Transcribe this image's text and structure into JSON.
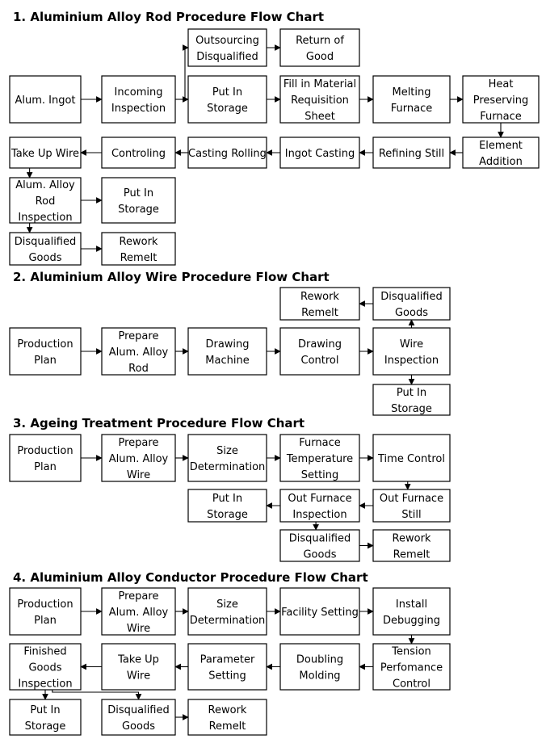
{
  "sections": [
    {
      "title": "1. Aluminium Alloy Rod Procedure Flow Chart",
      "nodes": [
        {
          "id": "r_ingot",
          "lines": [
            "Alum. Ingot"
          ]
        },
        {
          "id": "r_incoming",
          "lines": [
            "Incoming",
            "Inspection"
          ]
        },
        {
          "id": "r_outsourcing",
          "lines": [
            "Outsourcing",
            "Disqualified"
          ]
        },
        {
          "id": "r_return",
          "lines": [
            "Return of",
            "Good"
          ]
        },
        {
          "id": "r_storage1",
          "lines": [
            "Put In",
            "Storage"
          ]
        },
        {
          "id": "r_requisition",
          "lines": [
            "Fill in Material",
            "Requisition",
            "Sheet"
          ]
        },
        {
          "id": "r_melting",
          "lines": [
            "Melting",
            "Furnace"
          ]
        },
        {
          "id": "r_heat",
          "lines": [
            "Heat",
            "Preserving",
            "Furnace"
          ]
        },
        {
          "id": "r_element",
          "lines": [
            "Element",
            "Addition"
          ]
        },
        {
          "id": "r_refining",
          "lines": [
            "Refining Still"
          ]
        },
        {
          "id": "r_ingotcasting",
          "lines": [
            "Ingot Casting"
          ]
        },
        {
          "id": "r_castingrolling",
          "lines": [
            "Casting Rolling"
          ]
        },
        {
          "id": "r_controling",
          "lines": [
            "Controling"
          ]
        },
        {
          "id": "r_takeup",
          "lines": [
            "Take Up Wire"
          ]
        },
        {
          "id": "r_rodinsp",
          "lines": [
            "Alum. Alloy",
            "Rod",
            "Inspection"
          ]
        },
        {
          "id": "r_storage2",
          "lines": [
            "Put In",
            "Storage"
          ]
        },
        {
          "id": "r_disq",
          "lines": [
            "Disqualified",
            "Goods"
          ]
        },
        {
          "id": "r_rework",
          "lines": [
            "Rework",
            "Remelt"
          ]
        }
      ],
      "edges": [
        [
          "r_ingot",
          "r_incoming"
        ],
        [
          "r_incoming",
          "r_outsourcing"
        ],
        [
          "r_outsourcing",
          "r_return"
        ],
        [
          "r_incoming",
          "r_storage1"
        ],
        [
          "r_storage1",
          "r_requisition"
        ],
        [
          "r_requisition",
          "r_melting"
        ],
        [
          "r_melting",
          "r_heat"
        ],
        [
          "r_heat",
          "r_element"
        ],
        [
          "r_element",
          "r_refining"
        ],
        [
          "r_refining",
          "r_ingotcasting"
        ],
        [
          "r_ingotcasting",
          "r_castingrolling"
        ],
        [
          "r_castingrolling",
          "r_controling"
        ],
        [
          "r_controling",
          "r_takeup"
        ],
        [
          "r_takeup",
          "r_rodinsp"
        ],
        [
          "r_rodinsp",
          "r_storage2"
        ],
        [
          "r_rodinsp",
          "r_disq"
        ],
        [
          "r_disq",
          "r_rework"
        ]
      ]
    },
    {
      "title": "2. Aluminium Alloy Wire Procedure Flow Chart",
      "nodes": [
        {
          "id": "w_plan",
          "lines": [
            "Production",
            "Plan"
          ]
        },
        {
          "id": "w_prepare",
          "lines": [
            "Prepare",
            "Alum. Alloy",
            "Rod"
          ]
        },
        {
          "id": "w_machine",
          "lines": [
            "Drawing",
            "Machine"
          ]
        },
        {
          "id": "w_control",
          "lines": [
            "Drawing",
            "Control"
          ]
        },
        {
          "id": "w_insp",
          "lines": [
            "Wire",
            "Inspection"
          ]
        },
        {
          "id": "w_disq",
          "lines": [
            "Disqualified",
            "Goods"
          ]
        },
        {
          "id": "w_rework",
          "lines": [
            "Rework",
            "Remelt"
          ]
        },
        {
          "id": "w_storage",
          "lines": [
            "Put In",
            "Storage"
          ]
        }
      ],
      "edges": [
        [
          "w_plan",
          "w_prepare"
        ],
        [
          "w_prepare",
          "w_machine"
        ],
        [
          "w_machine",
          "w_control"
        ],
        [
          "w_control",
          "w_insp"
        ],
        [
          "w_insp",
          "w_disq"
        ],
        [
          "w_disq",
          "w_rework"
        ],
        [
          "w_insp",
          "w_storage"
        ]
      ]
    },
    {
      "title": "3. Ageing Treatment Procedure Flow Chart",
      "nodes": [
        {
          "id": "a_plan",
          "lines": [
            "Production",
            "Plan"
          ]
        },
        {
          "id": "a_prepare",
          "lines": [
            "Prepare",
            "Alum. Alloy",
            "Wire"
          ]
        },
        {
          "id": "a_size",
          "lines": [
            "Size",
            "Determination"
          ]
        },
        {
          "id": "a_temp",
          "lines": [
            "Furnace",
            "Temperature",
            "Setting"
          ]
        },
        {
          "id": "a_time",
          "lines": [
            "Time Control"
          ]
        },
        {
          "id": "a_still",
          "lines": [
            "Out Furnace",
            "Still"
          ]
        },
        {
          "id": "a_outinsp",
          "lines": [
            "Out Furnace",
            "Inspection"
          ]
        },
        {
          "id": "a_storage",
          "lines": [
            "Put In",
            "Storage"
          ]
        },
        {
          "id": "a_disq",
          "lines": [
            "Disqualified",
            "Goods"
          ]
        },
        {
          "id": "a_rework",
          "lines": [
            "Rework",
            "Remelt"
          ]
        }
      ],
      "edges": [
        [
          "a_plan",
          "a_prepare"
        ],
        [
          "a_prepare",
          "a_size"
        ],
        [
          "a_size",
          "a_temp"
        ],
        [
          "a_temp",
          "a_time"
        ],
        [
          "a_time",
          "a_still"
        ],
        [
          "a_still",
          "a_outinsp"
        ],
        [
          "a_outinsp",
          "a_storage"
        ],
        [
          "a_outinsp",
          "a_disq"
        ],
        [
          "a_disq",
          "a_rework"
        ]
      ]
    },
    {
      "title": "4. Aluminium Alloy Conductor Procedure Flow Chart",
      "nodes": [
        {
          "id": "c_plan",
          "lines": [
            "Production",
            "Plan"
          ]
        },
        {
          "id": "c_prepare",
          "lines": [
            "Prepare",
            "Alum. Alloy",
            "Wire"
          ]
        },
        {
          "id": "c_size",
          "lines": [
            "Size",
            "Determination"
          ]
        },
        {
          "id": "c_facility",
          "lines": [
            "Facility Setting"
          ]
        },
        {
          "id": "c_install",
          "lines": [
            "Install",
            "Debugging"
          ]
        },
        {
          "id": "c_tension",
          "lines": [
            "Tension",
            "Perfomance",
            "Control"
          ]
        },
        {
          "id": "c_doubling",
          "lines": [
            "Doubling",
            "Molding"
          ]
        },
        {
          "id": "c_param",
          "lines": [
            "Parameter",
            "Setting"
          ]
        },
        {
          "id": "c_takeup",
          "lines": [
            "Take Up",
            "Wire"
          ]
        },
        {
          "id": "c_finished",
          "lines": [
            "Finished",
            "Goods",
            "Inspection"
          ]
        },
        {
          "id": "c_storage",
          "lines": [
            "Put In",
            "Storage"
          ]
        },
        {
          "id": "c_disq",
          "lines": [
            "Disqualified",
            "Goods"
          ]
        },
        {
          "id": "c_rework",
          "lines": [
            "Rework",
            "Remelt"
          ]
        }
      ],
      "edges": [
        [
          "c_plan",
          "c_prepare"
        ],
        [
          "c_prepare",
          "c_size"
        ],
        [
          "c_size",
          "c_facility"
        ],
        [
          "c_facility",
          "c_install"
        ],
        [
          "c_install",
          "c_tension"
        ],
        [
          "c_tension",
          "c_doubling"
        ],
        [
          "c_doubling",
          "c_param"
        ],
        [
          "c_param",
          "c_takeup"
        ],
        [
          "c_takeup",
          "c_finished"
        ],
        [
          "c_finished",
          "c_storage"
        ],
        [
          "c_finished",
          "c_disq"
        ],
        [
          "c_disq",
          "c_rework"
        ]
      ]
    }
  ]
}
